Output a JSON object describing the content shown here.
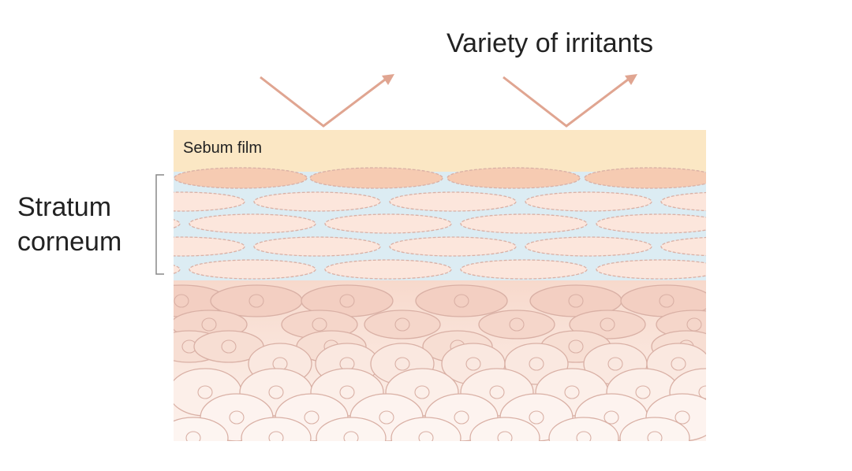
{
  "diagram": {
    "irritants_label": "Variety of irritants",
    "sebum_label": "Sebum film",
    "stratum_label_line1": "Stratum",
    "stratum_label_line2": "corneum"
  },
  "colors": {
    "arrow": "#e0a591",
    "sebum_band": "#fbe7c4",
    "cell_fill": "#fce6dc",
    "cell_stroke": "#d9b0a5",
    "top_cell_fill": "#f6cbb2",
    "lipid_gap": "#dcecf3",
    "bracket": "#888888",
    "text": "#222222"
  }
}
